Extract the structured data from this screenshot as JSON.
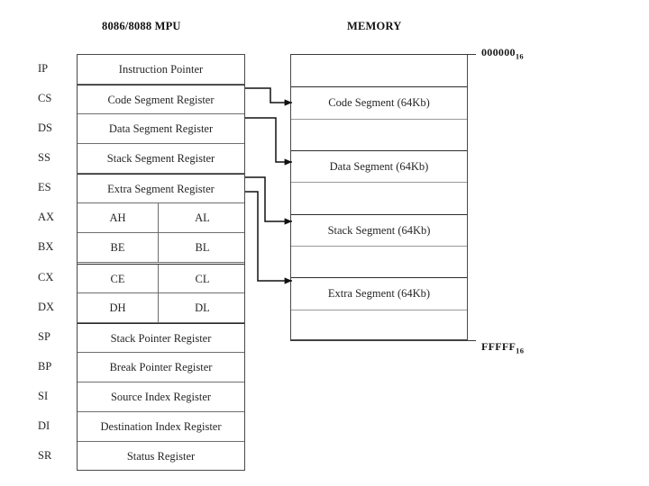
{
  "panels": {
    "mpu": {
      "title": "8086/8088 MPU",
      "registers": [
        {
          "abbr": "IP",
          "name": "Instruction Pointer",
          "split": false
        },
        {
          "abbr": "CS",
          "name": "Code Segment Register",
          "split": false
        },
        {
          "abbr": "DS",
          "name": "Data Segment Register",
          "split": false
        },
        {
          "abbr": "SS",
          "name": "Stack Segment Register",
          "split": false
        },
        {
          "abbr": "ES",
          "name": "Extra Segment Register",
          "split": false
        },
        {
          "abbr": "AX",
          "name": "",
          "split": true,
          "high": "AH",
          "low": "AL"
        },
        {
          "abbr": "BX",
          "name": "",
          "split": true,
          "high": "BE",
          "low": "BL"
        },
        {
          "abbr": "CX",
          "name": "",
          "split": true,
          "high": "CE",
          "low": "CL"
        },
        {
          "abbr": "DX",
          "name": "",
          "split": true,
          "high": "DH",
          "low": "DL"
        },
        {
          "abbr": "SP",
          "name": "Stack Pointer Register",
          "split": false
        },
        {
          "abbr": "BP",
          "name": "Break Pointer Register",
          "split": false
        },
        {
          "abbr": "SI",
          "name": "Source Index Register",
          "split": false
        },
        {
          "abbr": "DI",
          "name": "Destination Index Register",
          "split": false
        },
        {
          "abbr": "SR",
          "name": "Status Register",
          "split": false
        }
      ]
    },
    "memory": {
      "title": "MEMORY",
      "address_top": "000000",
      "address_top_sub": "16",
      "address_bottom": "FFFFF",
      "address_bottom_sub": "16",
      "rows": [
        {
          "label": ""
        },
        {
          "label": "Code Segment (64Kb)"
        },
        {
          "label": ""
        },
        {
          "label": "Data Segment (64Kb)"
        },
        {
          "label": ""
        },
        {
          "label": "Stack Segment (64Kb)"
        },
        {
          "label": ""
        },
        {
          "label": "Extra Segment (64Kb)"
        },
        {
          "label": ""
        }
      ]
    }
  },
  "connections": [
    {
      "from": "CS",
      "to": "Code Segment (64Kb)"
    },
    {
      "from": "DS",
      "to": "Data Segment (64Kb)"
    },
    {
      "from": "SS",
      "to": "Stack Segment (64Kb)"
    },
    {
      "from": "ES",
      "to": "Extra Segment (64Kb)"
    }
  ],
  "colors": {
    "line": "#3a3a3a",
    "line_light": "#9a9a9a",
    "text": "#1a1a1a",
    "background": "#ffffff"
  }
}
